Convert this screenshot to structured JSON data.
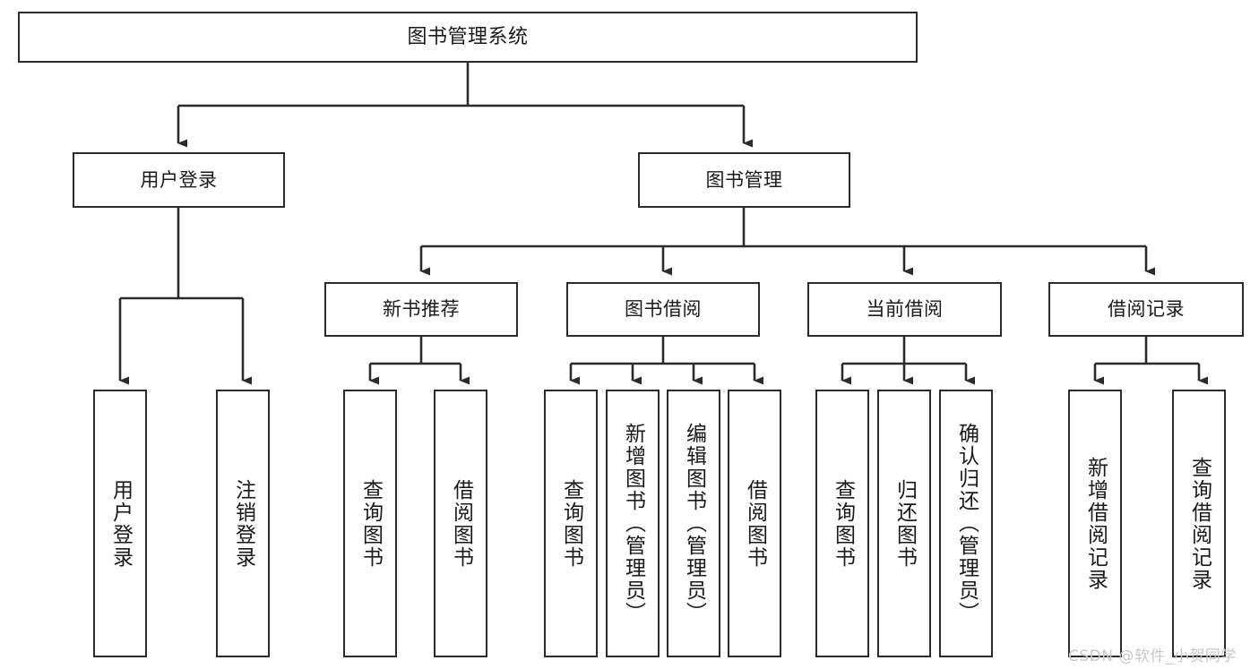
{
  "diagram": {
    "type": "tree-hierarchy-chart",
    "title": "图书管理系统",
    "line_color": "#2b2b2b",
    "box_fill": "#ffffff",
    "text_color": "#1a1a1a",
    "nodes": {
      "root": {
        "label": "图书管理系统"
      },
      "level1": [
        {
          "label": "用户登录"
        },
        {
          "label": "图书管理"
        }
      ],
      "level2": [
        {
          "label": "新书推荐"
        },
        {
          "label": "图书借阅"
        },
        {
          "label": "当前借阅"
        },
        {
          "label": "借阅记录"
        }
      ],
      "leaves_user_login": [
        {
          "label": "用户登录"
        },
        {
          "label": "注销登录"
        }
      ],
      "leaves_new_book": [
        {
          "label": "查询图书"
        },
        {
          "label": "借阅图书"
        }
      ],
      "leaves_borrow": [
        {
          "label": "查询图书"
        },
        {
          "label": "新增图书（管理员）"
        },
        {
          "label": "编辑图书（管理员）"
        },
        {
          "label": "借阅图书"
        }
      ],
      "leaves_current": [
        {
          "label": "查询图书"
        },
        {
          "label": "归还图书"
        },
        {
          "label": "确认归还（管理员）"
        }
      ],
      "leaves_record": [
        {
          "label": "新增借阅记录"
        },
        {
          "label": "查询借阅记录"
        }
      ]
    }
  },
  "watermark": {
    "text": "CSDN @软件_小贺同学",
    "color": "#c9c9c9"
  }
}
